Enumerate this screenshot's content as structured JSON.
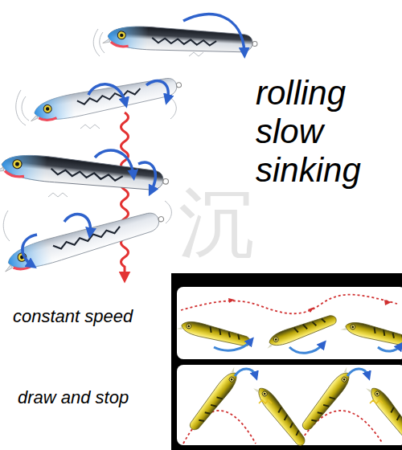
{
  "diagram": {
    "labels": [
      "rolling slow sinking",
      "constant speed",
      "draw and stop",
      "沉"
    ]
  }
}
